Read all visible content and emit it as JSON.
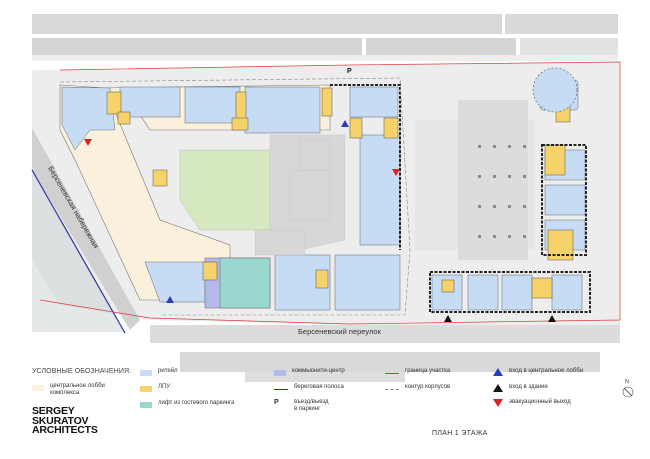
{
  "plan_title": "ПЛАН 1 ЭТАЖА",
  "logo": {
    "line1": "SERGEY",
    "line2": "SKURATOV",
    "line3": "ARCHITECTS"
  },
  "streets": {
    "embankment": "Берсеневская набережная",
    "lane": "Берсеневский переулок"
  },
  "parking_marker": "P",
  "north_marker": "N",
  "legend": {
    "title": "УСЛОВНЫЕ ОБОЗНАЧЕНИЯ:",
    "items": {
      "lobby": "центральное лобби\nкомплекса",
      "retail": "ритейл",
      "lpu": "ЛПУ",
      "guest_lift": "лифт из гостевого паркинга",
      "community": "коммьюнити-центр",
      "shoreline": "береговая полоса",
      "parking_entry_symbol": "P",
      "parking_entry": "въезд/выезд\nв паркинг",
      "site_border": "граница участка",
      "building_outline": "контур корпусов",
      "lobby_entrance": "вход в центральное лобби",
      "building_entrance": "вход в здание",
      "emergency_exit": "эвакуационный выход"
    }
  },
  "colors": {
    "lobby": "#fbf0dc",
    "retail": "#c6dcf5",
    "lpu": "#f5d36a",
    "guest_lift": "#9ad7cf",
    "community": "#b5b8ea",
    "shoreline": "#2733a8",
    "site_border": "#e03a3a",
    "building_outline": "#888888",
    "lobby_entrance": "#2a3fbf",
    "building_entrance": "#111111",
    "emergency_exit": "#e02020",
    "courtyard_green": "#d6e8bf"
  }
}
